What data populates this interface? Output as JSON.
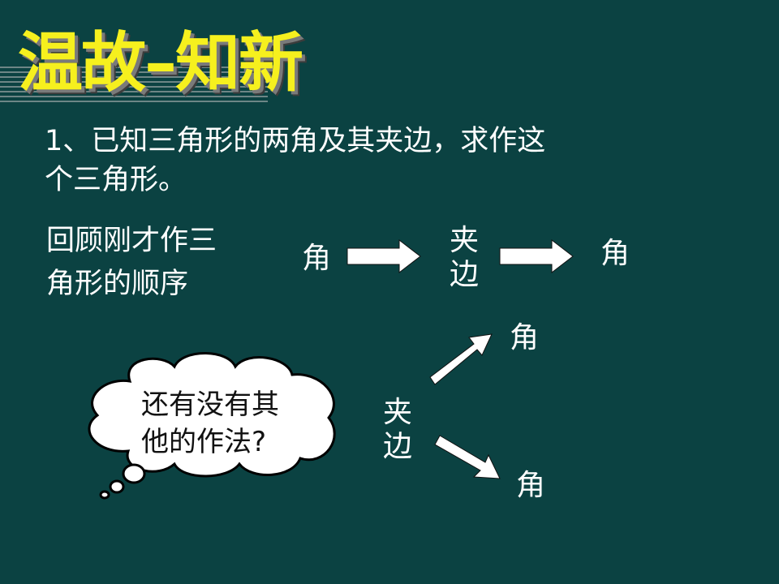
{
  "slide": {
    "title": "温故–知新",
    "question_line1": "1、已知三角形的两角及其夹边，求作这",
    "question_line2": "个三角形。",
    "review_line1": "回顾刚才作三",
    "review_line2": "角形的顺序",
    "seq": {
      "first": "角",
      "middle": "夹边",
      "last": "角"
    },
    "alt": {
      "middle": "夹边",
      "upper": "角",
      "lower": "角"
    },
    "bubble": {
      "line1": "还有没有其",
      "line2": "他的作法?"
    }
  },
  "colors": {
    "background": "#0b4242",
    "title": "#f6f01e",
    "text": "#ffffff",
    "bubble_fill": "#ffffff",
    "bubble_stroke": "#000000"
  }
}
